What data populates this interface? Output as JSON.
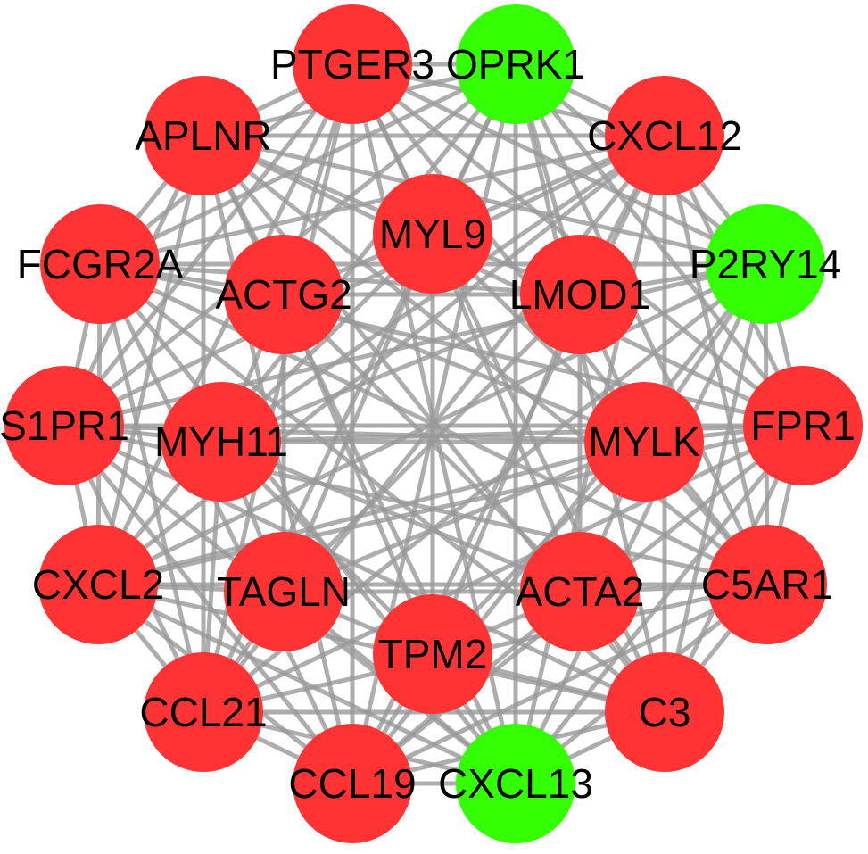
{
  "colors": {
    "up_regulated": "#ff3333",
    "down_regulated": "#33ff00",
    "edge": "#999999",
    "background": "#ffffff"
  },
  "nodes": [
    {
      "id": "PTGER3",
      "label": "PTGER3",
      "color": "#ff3333"
    },
    {
      "id": "OPRK1",
      "label": "OPRK1",
      "color": "#33ff00"
    },
    {
      "id": "CXCL12",
      "label": "CXCL12",
      "color": "#ff3333"
    },
    {
      "id": "P2RY14",
      "label": "P2RY14",
      "color": "#33ff00"
    },
    {
      "id": "FPR1",
      "label": "FPR1",
      "color": "#ff3333"
    },
    {
      "id": "C5AR1",
      "label": "C5AR1",
      "color": "#ff3333"
    },
    {
      "id": "C3",
      "label": "C3",
      "color": "#ff3333"
    },
    {
      "id": "CXCL13",
      "label": "CXCL13",
      "color": "#33ff00"
    },
    {
      "id": "CCL19",
      "label": "CCL19",
      "color": "#ff3333"
    },
    {
      "id": "CCL21",
      "label": "CCL21",
      "color": "#ff3333"
    },
    {
      "id": "CXCL2",
      "label": "CXCL2",
      "color": "#ff3333"
    },
    {
      "id": "S1PR1",
      "label": "S1PR1",
      "color": "#ff3333"
    },
    {
      "id": "FCGR2A",
      "label": "FCGR2A",
      "color": "#ff3333"
    },
    {
      "id": "APLNR",
      "label": "APLNR",
      "color": "#ff3333"
    },
    {
      "id": "MYL9",
      "label": "MYL9",
      "color": "#ff3333"
    },
    {
      "id": "LMOD1",
      "label": "LMOD1",
      "color": "#ff3333"
    },
    {
      "id": "MYLK",
      "label": "MYLK",
      "color": "#ff3333"
    },
    {
      "id": "ACTA2",
      "label": "ACTA2",
      "color": "#ff3333"
    },
    {
      "id": "TPM2",
      "label": "TPM2",
      "color": "#ff3333"
    },
    {
      "id": "TAGLN",
      "label": "TAGLN",
      "color": "#ff3333"
    },
    {
      "id": "MYH11",
      "label": "MYH11",
      "color": "#ff3333"
    },
    {
      "id": "ACTG2",
      "label": "ACTG2",
      "color": "#ff3333"
    }
  ],
  "edges": [
    [
      "MYL9",
      "LMOD1"
    ],
    [
      "MYL9",
      "MYLK"
    ],
    [
      "MYL9",
      "ACTA2"
    ],
    [
      "MYL9",
      "TPM2"
    ],
    [
      "MYL9",
      "TAGLN"
    ],
    [
      "MYL9",
      "MYH11"
    ],
    [
      "MYL9",
      "ACTG2"
    ],
    [
      "LMOD1",
      "MYLK"
    ],
    [
      "LMOD1",
      "ACTA2"
    ],
    [
      "LMOD1",
      "TPM2"
    ],
    [
      "LMOD1",
      "TAGLN"
    ],
    [
      "LMOD1",
      "MYH11"
    ],
    [
      "LMOD1",
      "ACTG2"
    ],
    [
      "MYLK",
      "ACTA2"
    ],
    [
      "MYLK",
      "TPM2"
    ],
    [
      "MYLK",
      "TAGLN"
    ],
    [
      "MYLK",
      "MYH11"
    ],
    [
      "MYLK",
      "ACTG2"
    ],
    [
      "ACTA2",
      "TPM2"
    ],
    [
      "ACTA2",
      "TAGLN"
    ],
    [
      "ACTA2",
      "MYH11"
    ],
    [
      "ACTA2",
      "ACTG2"
    ],
    [
      "TPM2",
      "TAGLN"
    ],
    [
      "TPM2",
      "MYH11"
    ],
    [
      "TPM2",
      "ACTG2"
    ],
    [
      "TAGLN",
      "MYH11"
    ],
    [
      "TAGLN",
      "ACTG2"
    ],
    [
      "MYH11",
      "ACTG2"
    ],
    [
      "PTGER3",
      "OPRK1"
    ],
    [
      "PTGER3",
      "CXCL12"
    ],
    [
      "PTGER3",
      "P2RY14"
    ],
    [
      "PTGER3",
      "FPR1"
    ],
    [
      "PTGER3",
      "C5AR1"
    ],
    [
      "PTGER3",
      "C3"
    ],
    [
      "PTGER3",
      "CXCL13"
    ],
    [
      "PTGER3",
      "CCL19"
    ],
    [
      "PTGER3",
      "CCL21"
    ],
    [
      "PTGER3",
      "CXCL2"
    ],
    [
      "PTGER3",
      "S1PR1"
    ],
    [
      "PTGER3",
      "FCGR2A"
    ],
    [
      "PTGER3",
      "APLNR"
    ],
    [
      "OPRK1",
      "CXCL12"
    ],
    [
      "OPRK1",
      "P2RY14"
    ],
    [
      "OPRK1",
      "FPR1"
    ],
    [
      "OPRK1",
      "C5AR1"
    ],
    [
      "OPRK1",
      "C3"
    ],
    [
      "OPRK1",
      "CXCL13"
    ],
    [
      "OPRK1",
      "CCL19"
    ],
    [
      "OPRK1",
      "CCL21"
    ],
    [
      "OPRK1",
      "CXCL2"
    ],
    [
      "OPRK1",
      "S1PR1"
    ],
    [
      "OPRK1",
      "FCGR2A"
    ],
    [
      "OPRK1",
      "APLNR"
    ],
    [
      "CXCL12",
      "P2RY14"
    ],
    [
      "CXCL12",
      "FPR1"
    ],
    [
      "CXCL12",
      "C5AR1"
    ],
    [
      "CXCL12",
      "C3"
    ],
    [
      "CXCL12",
      "CXCL13"
    ],
    [
      "CXCL12",
      "CCL19"
    ],
    [
      "CXCL12",
      "CCL21"
    ],
    [
      "CXCL12",
      "CXCL2"
    ],
    [
      "CXCL12",
      "S1PR1"
    ],
    [
      "CXCL12",
      "FCGR2A"
    ],
    [
      "CXCL12",
      "APLNR"
    ],
    [
      "P2RY14",
      "FPR1"
    ],
    [
      "P2RY14",
      "C5AR1"
    ],
    [
      "P2RY14",
      "C3"
    ],
    [
      "P2RY14",
      "CXCL13"
    ],
    [
      "P2RY14",
      "CCL19"
    ],
    [
      "P2RY14",
      "CCL21"
    ],
    [
      "P2RY14",
      "CXCL2"
    ],
    [
      "P2RY14",
      "S1PR1"
    ],
    [
      "P2RY14",
      "FCGR2A"
    ],
    [
      "P2RY14",
      "APLNR"
    ],
    [
      "FPR1",
      "C5AR1"
    ],
    [
      "FPR1",
      "C3"
    ],
    [
      "FPR1",
      "CXCL13"
    ],
    [
      "FPR1",
      "CCL19"
    ],
    [
      "FPR1",
      "CCL21"
    ],
    [
      "FPR1",
      "CXCL2"
    ],
    [
      "FPR1",
      "S1PR1"
    ],
    [
      "FPR1",
      "FCGR2A"
    ],
    [
      "FPR1",
      "APLNR"
    ],
    [
      "C5AR1",
      "C3"
    ],
    [
      "C5AR1",
      "CXCL13"
    ],
    [
      "C5AR1",
      "CCL19"
    ],
    [
      "C5AR1",
      "CCL21"
    ],
    [
      "C5AR1",
      "CXCL2"
    ],
    [
      "C5AR1",
      "S1PR1"
    ],
    [
      "C5AR1",
      "FCGR2A"
    ],
    [
      "C5AR1",
      "APLNR"
    ],
    [
      "C3",
      "CXCL13"
    ],
    [
      "C3",
      "CCL19"
    ],
    [
      "C3",
      "CCL21"
    ],
    [
      "C3",
      "CXCL2"
    ],
    [
      "C3",
      "S1PR1"
    ],
    [
      "C3",
      "FCGR2A"
    ],
    [
      "C3",
      "APLNR"
    ],
    [
      "CXCL13",
      "CCL19"
    ],
    [
      "CXCL13",
      "CCL21"
    ],
    [
      "CXCL13",
      "CXCL2"
    ],
    [
      "CXCL13",
      "S1PR1"
    ],
    [
      "CXCL13",
      "FCGR2A"
    ],
    [
      "CXCL13",
      "APLNR"
    ],
    [
      "CCL19",
      "CCL21"
    ],
    [
      "CCL19",
      "CXCL2"
    ],
    [
      "CCL19",
      "S1PR1"
    ],
    [
      "CCL19",
      "FCGR2A"
    ],
    [
      "CCL19",
      "APLNR"
    ],
    [
      "CCL21",
      "CXCL2"
    ],
    [
      "CCL21",
      "S1PR1"
    ],
    [
      "CCL21",
      "FCGR2A"
    ],
    [
      "CCL21",
      "APLNR"
    ],
    [
      "CXCL2",
      "S1PR1"
    ],
    [
      "CXCL2",
      "FCGR2A"
    ],
    [
      "CXCL2",
      "APLNR"
    ],
    [
      "S1PR1",
      "FCGR2A"
    ],
    [
      "S1PR1",
      "APLNR"
    ],
    [
      "FCGR2A",
      "APLNR"
    ],
    [
      "CXCL12",
      "MYL9"
    ],
    [
      "CXCL12",
      "LMOD1"
    ],
    [
      "CXCL12",
      "MYH11"
    ],
    [
      "P2RY14",
      "LMOD1"
    ],
    [
      "P2RY14",
      "MYLK"
    ],
    [
      "FPR1",
      "MYLK"
    ],
    [
      "FPR1",
      "MYH11"
    ],
    [
      "C5AR1",
      "ACTA2"
    ],
    [
      "C5AR1",
      "MYLK"
    ],
    [
      "C3",
      "ACTA2"
    ],
    [
      "C3",
      "TPM2"
    ],
    [
      "CXCL13",
      "TPM2"
    ],
    [
      "CXCL13",
      "TAGLN"
    ],
    [
      "CCL19",
      "TPM2"
    ],
    [
      "CCL19",
      "ACTA2"
    ],
    [
      "CCL21",
      "TAGLN"
    ],
    [
      "CCL21",
      "MYH11"
    ],
    [
      "CXCL2",
      "TAGLN"
    ],
    [
      "CXCL2",
      "MYLK"
    ],
    [
      "S1PR1",
      "MYH11"
    ],
    [
      "S1PR1",
      "MYLK"
    ],
    [
      "FCGR2A",
      "ACTG2"
    ],
    [
      "FCGR2A",
      "LMOD1"
    ],
    [
      "APLNR",
      "ACTG2"
    ],
    [
      "APLNR",
      "MYL9"
    ],
    [
      "PTGER3",
      "MYL9"
    ],
    [
      "PTGER3",
      "ACTG2"
    ],
    [
      "OPRK1",
      "MYL9"
    ],
    [
      "OPRK1",
      "LMOD1"
    ]
  ]
}
